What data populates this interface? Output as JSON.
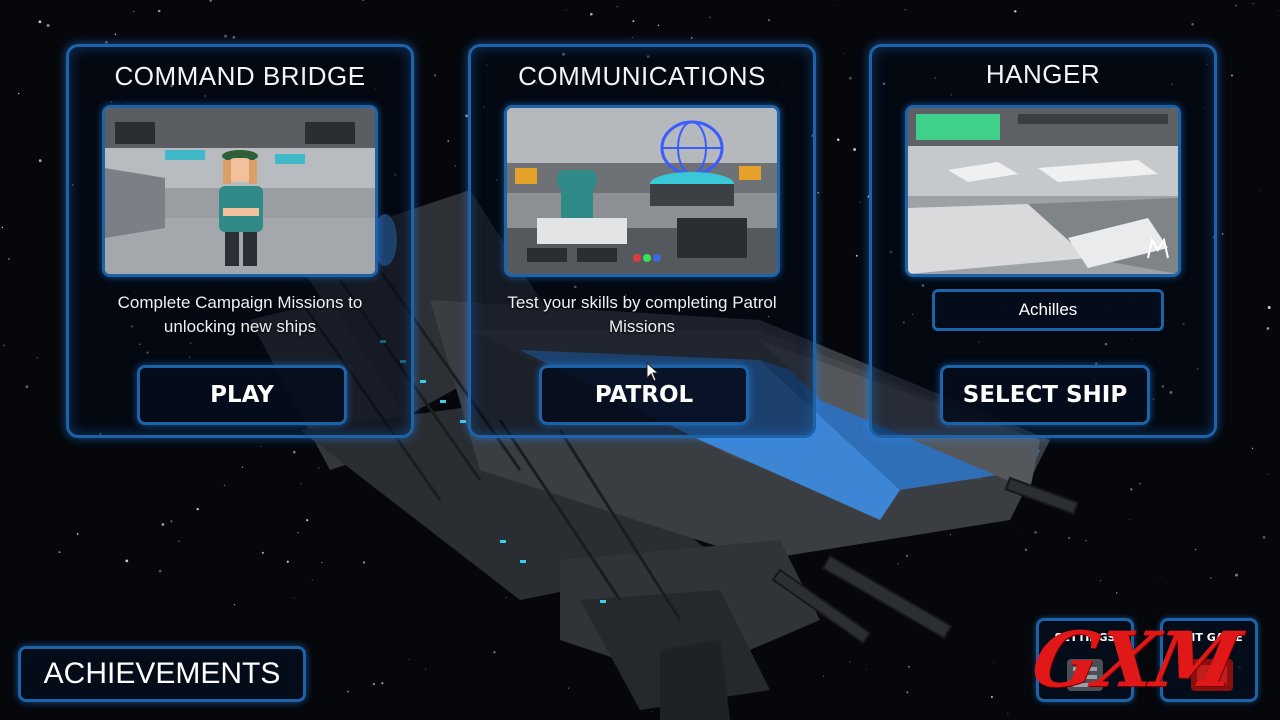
{
  "panels": {
    "command": {
      "title": "COMMAND BRIDGE",
      "description": "Complete Campaign Missions to unlocking new ships",
      "button": "PLAY"
    },
    "communications": {
      "title": "COMMUNICATIONS",
      "description": "Test your skills by completing Patrol Missions",
      "button": "PATROL"
    },
    "hanger": {
      "title": "HANGER",
      "selected_ship": "Achilles",
      "button": "SELECT SHIP"
    }
  },
  "bottom": {
    "achievements": "ACHIEVEMENTS",
    "settings": "SETTINGS",
    "exit": "EXIT GAME"
  },
  "watermark": "GXM",
  "colors": {
    "panel_border": "#1c63a8",
    "accent_stripe": "#3d86d6",
    "watermark": "#e01818"
  },
  "icons": [
    "settings-icon",
    "exit-icon",
    "mouse-cursor-icon",
    "hangar-logo-icon"
  ]
}
